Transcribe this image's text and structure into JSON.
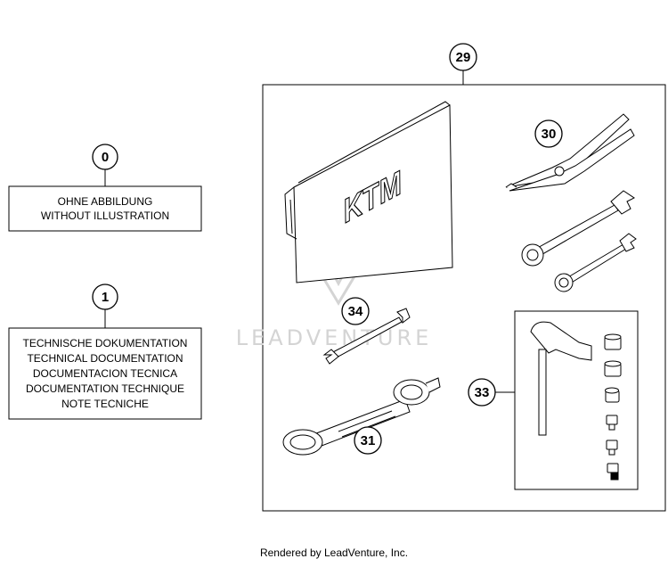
{
  "callouts": {
    "c0": "0",
    "c1": "1",
    "c29": "29",
    "c30": "30",
    "c31": "31",
    "c33": "33",
    "c34": "34"
  },
  "boxes": {
    "without_illustration": [
      "OHNE ABBILDUNG",
      "WITHOUT ILLUSTRATION"
    ],
    "technical_documentation": [
      "TECHNISCHE DOKUMENTATION",
      "TECHNICAL DOCUMENTATION",
      "DOCUMENTACION TECNICA",
      "DOCUMENTATION TECHNIQUE",
      "NOTE TECNICHE"
    ]
  },
  "logo": "KTM",
  "watermark": "LEADVENTURE",
  "footer": "Rendered by LeadVenture, Inc.",
  "colors": {
    "line": "#000000",
    "watermark": "#d4d4d4",
    "background": "#ffffff"
  }
}
